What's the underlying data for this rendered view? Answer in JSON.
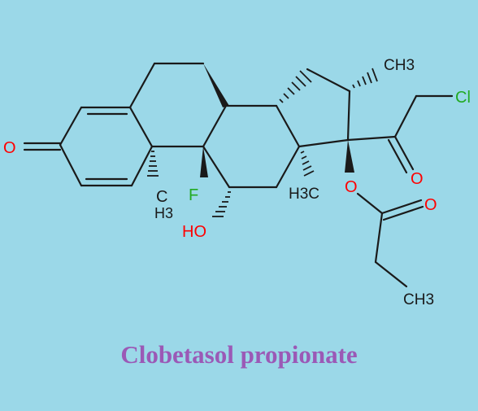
{
  "title": "Clobetasol propionate",
  "colors": {
    "background": "#9bd8e8",
    "bond": "#1a1a1a",
    "oxygen": "#ff0000",
    "chlorine": "#22aa22",
    "fluorine": "#22aa22",
    "carbon_label": "#1a1a1a",
    "title": "#9b59b6"
  },
  "atoms": {
    "o_ketone": "O",
    "methyl_c10_c": "C",
    "methyl_c10_h3": "H3",
    "fluorine": "F",
    "hydroxyl": "HO",
    "methyl_c13": "H3C",
    "ester_o": "O",
    "carbonyl_o_ch2cl": "O",
    "chlorine": "Cl",
    "methyl_c16": "CH3",
    "carbonyl_o_ester": "O",
    "ethyl_ch3": "CH3"
  }
}
